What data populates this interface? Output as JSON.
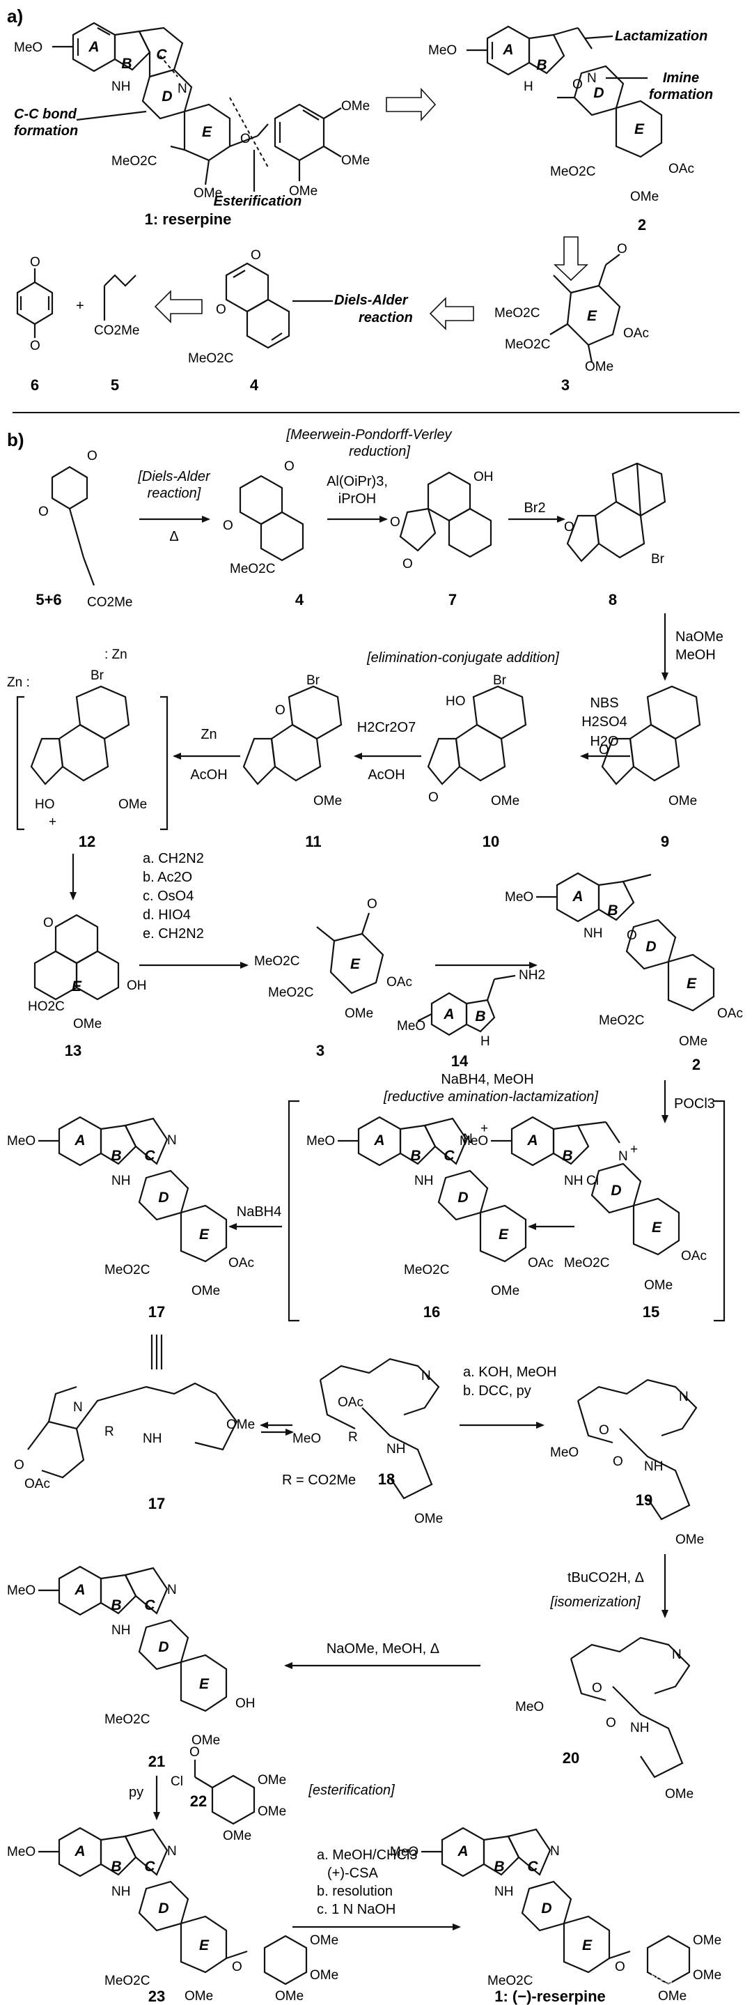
{
  "panels": {
    "a": "a)",
    "b": "b)"
  },
  "compounds": {
    "c1": "1: reserpine",
    "c2": "2",
    "c3": "3",
    "c4": "4",
    "c5": "5",
    "c6": "6",
    "c56": "5+6",
    "c4b": "4",
    "c7": "7",
    "c8": "8",
    "c9": "9",
    "c10": "10",
    "c11": "11",
    "c12": "12",
    "c13": "13",
    "c3b": "3",
    "c14": "14",
    "c2b": "2",
    "c17": "17",
    "c16": "16",
    "c15": "15",
    "c17b": "17",
    "c18": "18",
    "c19": "19",
    "c20": "20",
    "c21": "21",
    "c22": "22",
    "c23": "23",
    "final": "1: (−)-reserpine"
  },
  "highlights": {
    "cc_bond": [
      "C-C bond",
      "formation"
    ],
    "esterification": "Esterification",
    "lactamization": "Lactamization",
    "imine": [
      "Imine",
      "formation"
    ],
    "diels_alder": [
      "Diels-Alder",
      "reaction"
    ]
  },
  "notes": {
    "diels_alder": [
      "[Diels-Alder",
      "reaction]"
    ],
    "mpv": [
      "[Meerwein-Pondorff-Verley",
      "reduction]"
    ],
    "elim": "[elimination-conjugate addition]",
    "red_amin": "[reductive amination-lactamization]",
    "isomerization": "[isomerization]",
    "esterification": "[esterification]"
  },
  "reagents": {
    "delta": "Δ",
    "alo": [
      "Al(OiPr)3,",
      "iPrOH"
    ],
    "br2": "Br2",
    "naome": [
      "NaOMe",
      "MeOH"
    ],
    "nbs": [
      "NBS",
      "H2SO4",
      "H2O"
    ],
    "h2cr2o7": [
      "H2Cr2O7",
      "AcOH"
    ],
    "zn": [
      "Zn",
      "AcOH"
    ],
    "zn_label": ": Zn",
    "zn_label2": "Zn :",
    "steps_13": [
      "a. CH2N2",
      "b. Ac2O",
      "c. OsO4",
      "d. HIO4",
      "e. CH2N2"
    ],
    "nabh4_meoh": "NaBH4, MeOH",
    "pocl3": "POCl3",
    "nabh4": "NaBH4",
    "koh": [
      "a. KOH, MeOH",
      "b. DCC, py"
    ],
    "tbu": "tBuCO2H, Δ",
    "naome_heat": "NaOMe, MeOH, Δ",
    "py": "py",
    "final_steps": [
      "a. MeOH/CHCl3",
      "(+)-CSA",
      "b. resolution",
      "c. 1 N NaOH"
    ],
    "r_def": "R = CO2Me"
  },
  "rings": [
    "A",
    "B",
    "C",
    "D",
    "E"
  ],
  "atoms": {
    "meo": "MeO",
    "ome": "OMe",
    "oac": "OAc",
    "co2me": "CO2Me",
    "meo2c": "MeO2C",
    "ho2c": "HO2C",
    "oh": "OH",
    "nh": "NH",
    "hn": "H",
    "n": "N",
    "o": "O",
    "br": "Br",
    "h": "H",
    "cl": "Cl",
    "nh2": "NH2",
    "r": "R",
    "plus": "+",
    "ho": "HO",
    "oh2": "OH"
  },
  "watermark": "知乎 @Phosphates"
}
